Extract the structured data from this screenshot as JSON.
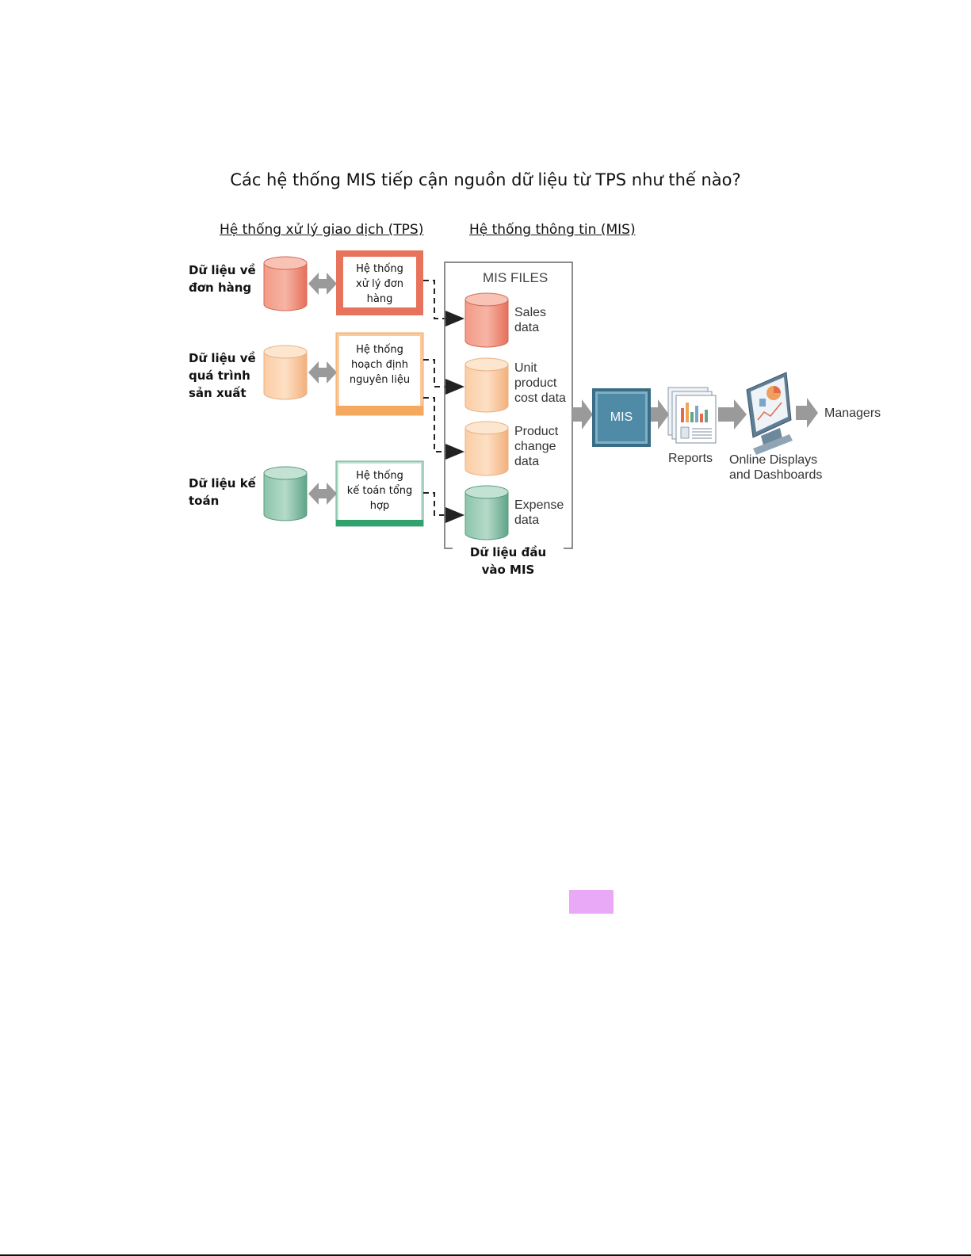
{
  "title": "Các hệ thống MIS tiếp cận nguồn dữ liệu từ TPS như thế nào?",
  "headers": {
    "tps": "Hệ thống xử lý giao dịch (TPS)",
    "mis": "Hệ thống thông tin (MIS)"
  },
  "sources": [
    {
      "line1": "Dữ liệu về",
      "line2": "đơn hàng",
      "line3": ""
    },
    {
      "line1": "Dữ liệu về",
      "line2": "quá trình",
      "line3": "sản xuất"
    },
    {
      "line1": "Dữ liệu kế",
      "line2": "toán",
      "line3": ""
    }
  ],
  "systems": [
    {
      "line1": "Hệ thống",
      "line2": "xử lý đơn",
      "line3": "hàng"
    },
    {
      "line1": "Hệ thống",
      "line2": "hoạch định",
      "line3": "nguyên liệu"
    },
    {
      "line1": "Hệ thống",
      "line2": "kế toán tổng",
      "line3": "hợp"
    }
  ],
  "mis_files": {
    "title": "MIS FILES",
    "files": [
      {
        "line1": "Sales",
        "line2": "data",
        "line3": ""
      },
      {
        "line1": "Unit",
        "line2": "product",
        "line3": "cost data"
      },
      {
        "line1": "Product",
        "line2": "change",
        "line3": "data"
      },
      {
        "line1": "Expense",
        "line2": "data",
        "line3": ""
      }
    ],
    "caption_line1": "Dữ liệu đầu",
    "caption_line2": "vào MIS"
  },
  "mis_label": "MIS",
  "outputs": {
    "reports": "Reports",
    "displays_line1": "Online Displays",
    "displays_line2": "and Dashboards",
    "managers": "Managers"
  },
  "colors": {
    "red": "#e8735c",
    "orange": "#f6b27a",
    "green": "#5fa889",
    "mis": "#4f8aa6",
    "arrow": "#9a9a9a"
  },
  "icons": [
    "double-arrow-icon",
    "right-arrow-icon",
    "report-pages-icon",
    "monitor-dashboard-icon"
  ]
}
